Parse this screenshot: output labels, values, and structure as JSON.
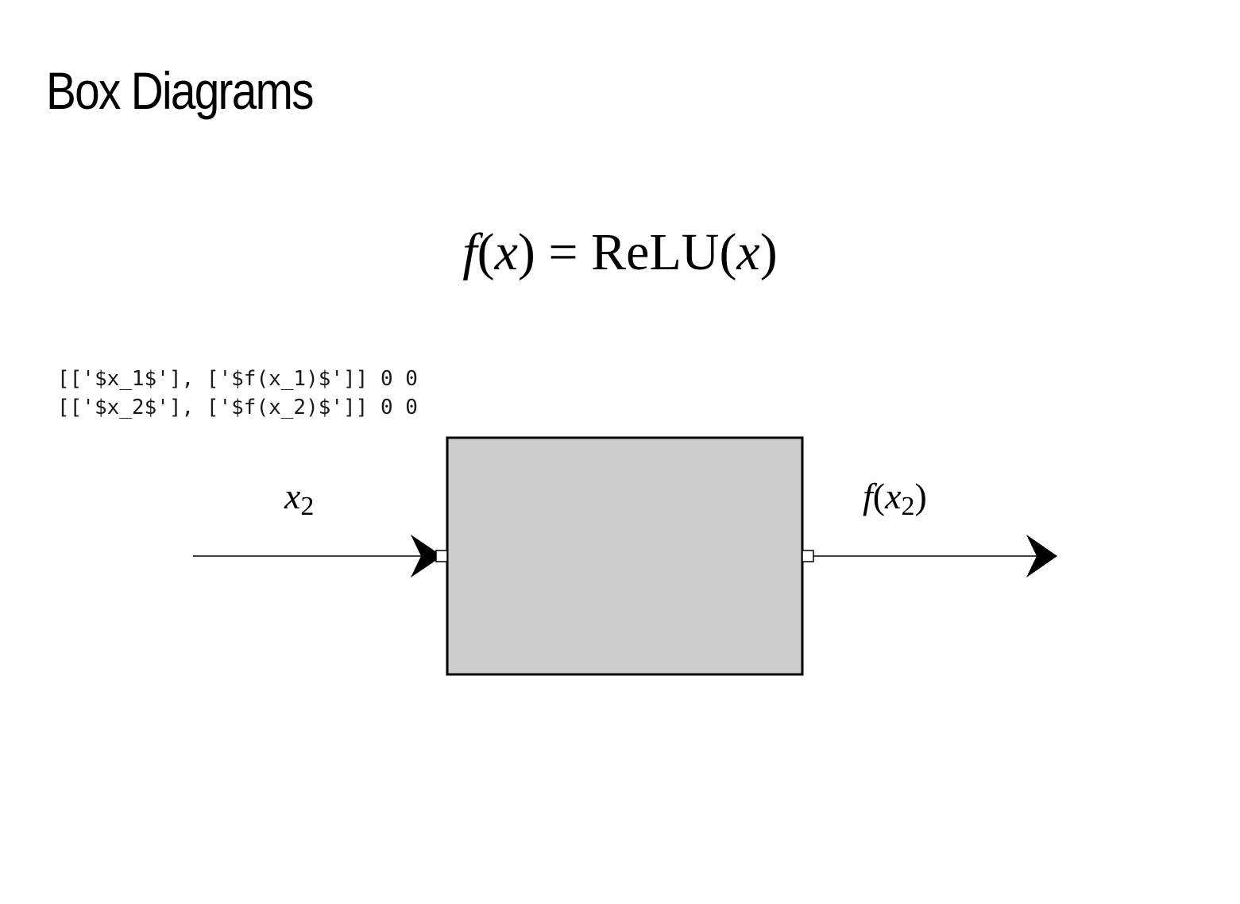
{
  "title": "Box Diagrams",
  "equation": {
    "fn": "f",
    "open1": "(",
    "var1": "x",
    "close1": ")",
    "equals": " = ",
    "op": "ReLU",
    "open2": "(",
    "var2": "x",
    "close2": ")"
  },
  "debug_lines": [
    "[['$x_1$'], ['$f(x_1)$']] 0 0",
    "[['$x_2$'], ['$f(x_2)$']] 0 0"
  ],
  "diagram": {
    "input_label": {
      "main": "x",
      "sub": "2"
    },
    "output_label": {
      "fn": "f",
      "open": "(",
      "main": "x",
      "sub": "2",
      "close": ")"
    },
    "colors": {
      "box_fill": "#cccccc",
      "stroke": "#000000",
      "port_fill": "#ffffff"
    }
  }
}
